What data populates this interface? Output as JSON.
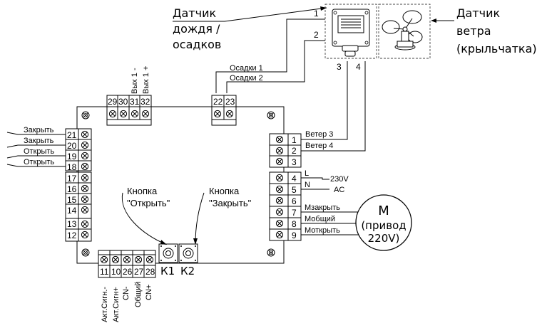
{
  "rain_sensor": {
    "line1": "Датчик",
    "line2": "дождя /",
    "line3": "осадков",
    "wire1": "1",
    "wire2": "2"
  },
  "wind_sensor": {
    "line1": "Датчик",
    "line2": "ветра",
    "line3": "(крыльчатка)",
    "wire3": "3",
    "wire4": "4"
  },
  "top_terminals": {
    "numbers": [
      "29",
      "30",
      "31",
      "32"
    ],
    "label_31": "Вых 1 -",
    "label_32": "Вых 1 +"
  },
  "rain_terminals": {
    "numbers": [
      "22",
      "23"
    ],
    "wire1": "Осадки 1",
    "wire2": "Осадки 2"
  },
  "left_terminals": {
    "numbers": [
      "21",
      "20",
      "19",
      "18",
      "17",
      "16",
      "15",
      "14",
      "13",
      "12"
    ],
    "labels": [
      "Закрыть",
      "Закрыть",
      "Открыть",
      "Открыть"
    ]
  },
  "right_terminals": {
    "numbers": [
      "1",
      "2",
      "3",
      "4",
      "5",
      "6",
      "7",
      "8",
      "9"
    ],
    "labels": [
      "Ветер 3",
      "Ветер 4",
      "L",
      "N",
      "Мзакрыть",
      "Мобщий",
      "Моткрыть"
    ],
    "power_230": "230V",
    "power_ac": "AC"
  },
  "bottom_terminals": {
    "numbers": [
      "11",
      "10",
      "26",
      "27",
      "28"
    ],
    "labels": [
      "Акт.Сигн.-",
      "Акт.Сигн+",
      "CN-",
      "Общий",
      "CN+"
    ]
  },
  "buttons": {
    "open_l1": "Кнопка",
    "open_l2": "\"Открыть\"",
    "close_l1": "Кнопка",
    "close_l2": "\"Закрыть\"",
    "k1": "К1",
    "k2": "К2"
  },
  "motor": {
    "m": "M",
    "line1": "(привод",
    "line2": "220V)"
  },
  "icons": [
    "screw-terminal-icon",
    "mounting-screw-icon",
    "push-button-icon",
    "rain-sensor-icon",
    "anemometer-icon",
    "motor-icon"
  ]
}
